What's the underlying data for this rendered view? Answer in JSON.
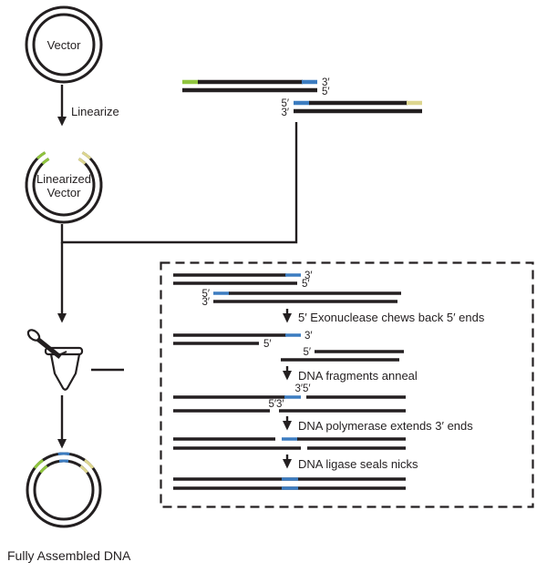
{
  "colors": {
    "green": "#8fc43e",
    "yellow": "#ddd68f",
    "blue": "#3c7cc0",
    "line": "#231f20"
  },
  "vector": {
    "label": "Vector"
  },
  "linearize": {
    "label": "Linearize"
  },
  "linearized_vector": {
    "label_line1": "Linearized",
    "label_line2": "Vector"
  },
  "insert_fragments": {
    "fragment1": {
      "top_right_label": "3′",
      "bottom_right_label": "5′"
    },
    "fragment2": {
      "top_left_label": "5′",
      "bottom_left_label": "3′"
    }
  },
  "assembly_box": {
    "row1": {
      "frag1_top": "3′",
      "frag1_bottom": "5′",
      "frag2_top": "5′",
      "frag2_bottom": "3′"
    },
    "step1_label": "5′ Exonuclease chews back 5′ ends",
    "row2": {
      "frag1_top": "3′",
      "frag1_bottom": "5′",
      "frag2_top": "5′"
    },
    "step2_label": "DNA fragments anneal",
    "row3": {
      "top_nick_label": "3′5′",
      "bottom_nick_label": "5′3′"
    },
    "step3_label": "DNA polymerase extends 3′ ends",
    "step4_label": "DNA ligase seals nicks"
  },
  "final": {
    "label": "Fully Assembled DNA"
  }
}
